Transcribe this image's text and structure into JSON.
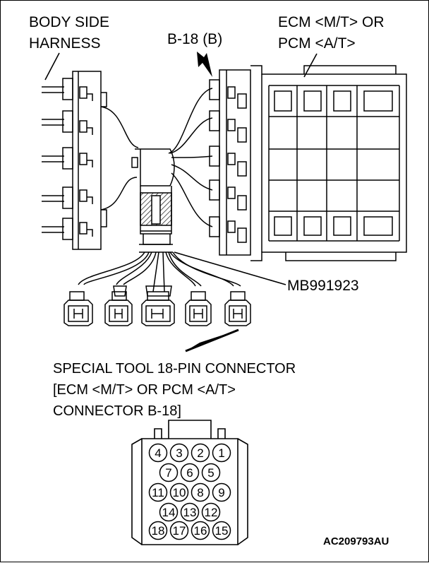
{
  "labels": {
    "body_side_line1": "BODY SIDE",
    "body_side_line2": "HARNESS",
    "ecm_line1": "ECM <M/T> OR",
    "ecm_line2": "PCM <A/T>",
    "connector_ref": "B-18 (B)",
    "tool_part": "MB991923",
    "special_line1": "SPECIAL TOOL 18-PIN CONNECTOR",
    "special_line2": "[ECM <M/T> OR PCM <A/T>",
    "special_line3": " CONNECTOR B-18]",
    "figure_code": "AC209793AU"
  },
  "pin_layout": {
    "rows": [
      [
        "4",
        "3",
        "2",
        "1"
      ],
      [
        "7",
        "6",
        "5"
      ],
      [
        "11",
        "10",
        "8",
        "9"
      ],
      [
        "14",
        "13",
        "12"
      ],
      [
        "18",
        "17",
        "16",
        "15"
      ]
    ]
  }
}
